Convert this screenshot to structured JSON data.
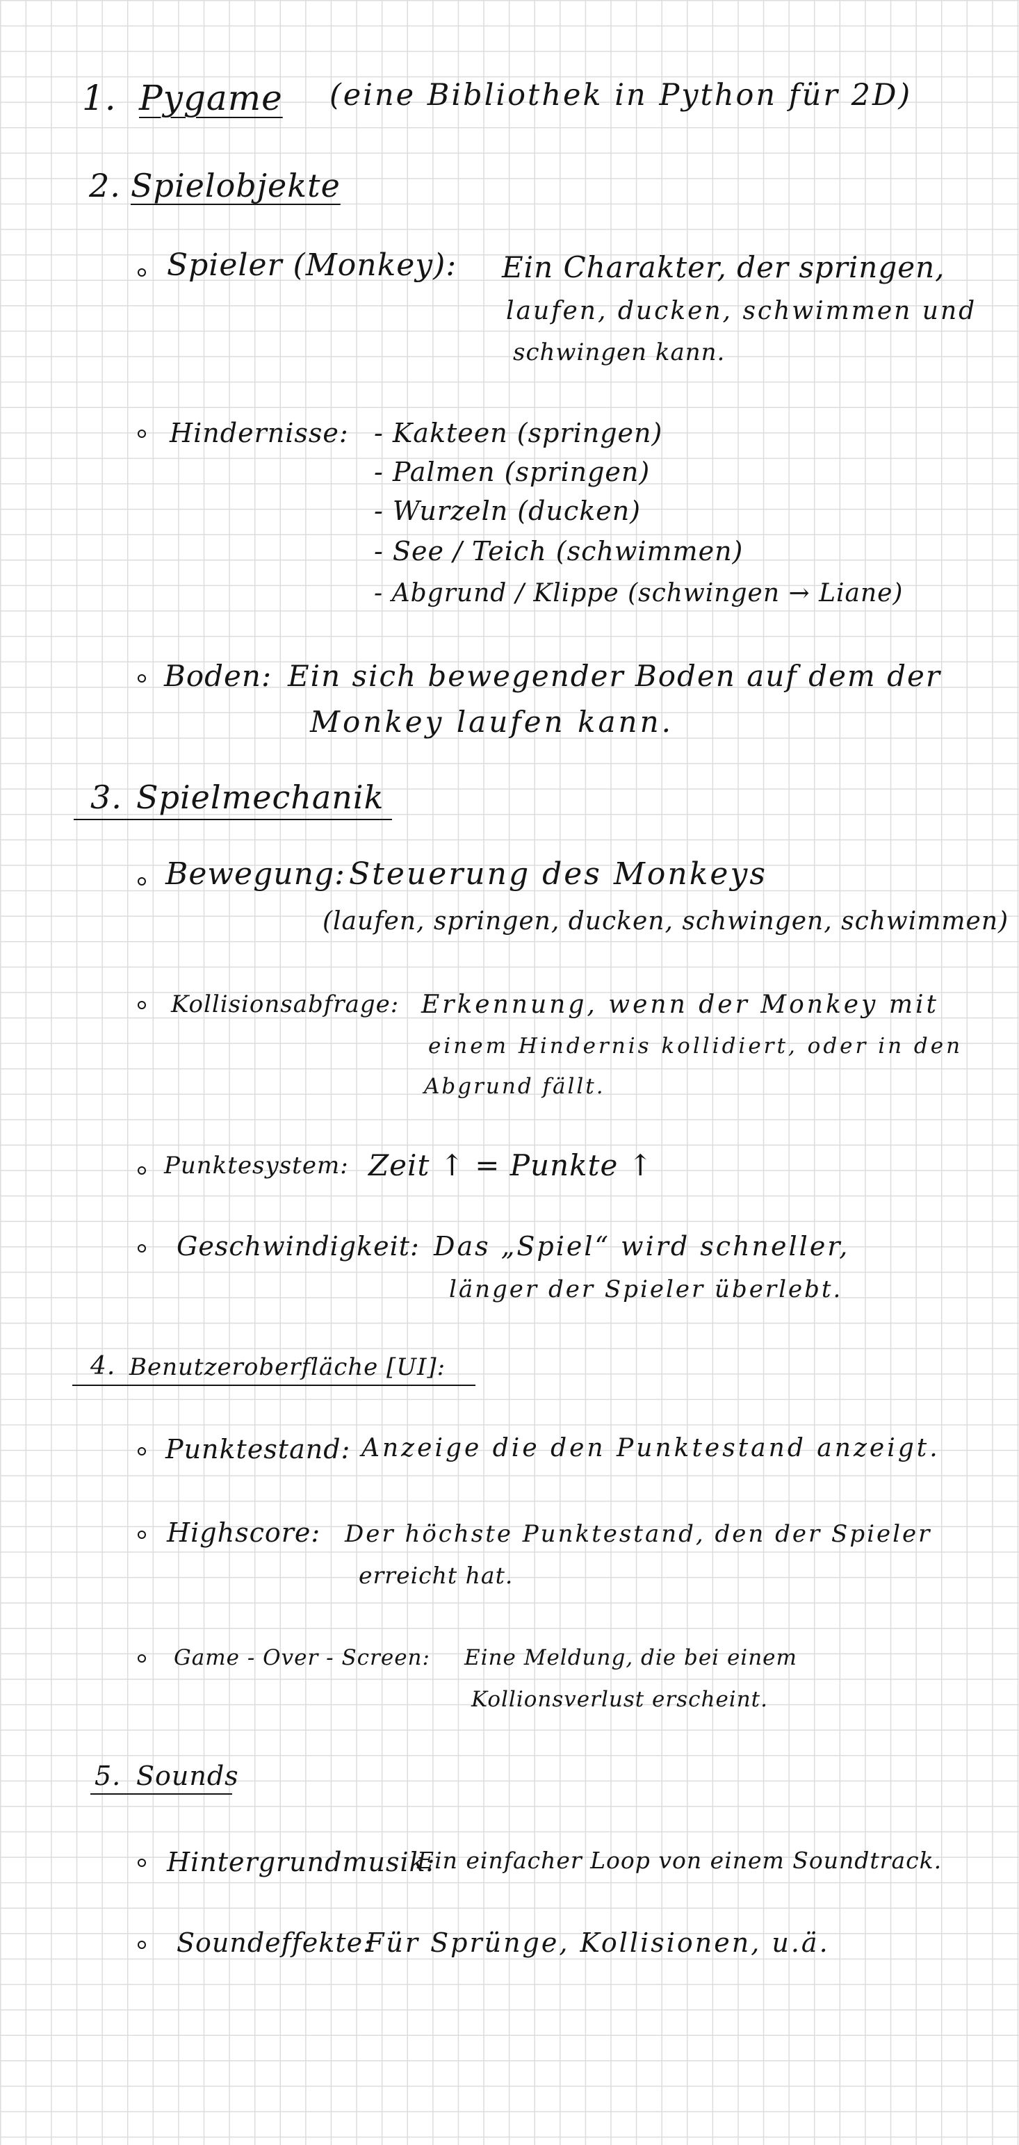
{
  "s1": {
    "number": "1.",
    "title": "Pygame",
    "note": "(eine Bibliothek in Python für 2D)"
  },
  "s2": {
    "number": "2.",
    "title": "Spielobjekte",
    "spieler": {
      "label": "Spieler (Monkey):",
      "lines": [
        "Ein Charakter, der springen,",
        "laufen, ducken, schwimmen und",
        "schwingen kann."
      ]
    },
    "hindernisse": {
      "label": "Hindernisse:",
      "items": [
        "- Kakteen (springen)",
        "- Palmen (springen)",
        "- Wurzeln (ducken)",
        "- See / Teich (schwimmen)",
        "- Abgrund / Klippe (schwingen → Liane)"
      ]
    },
    "boden": {
      "label": "Boden:",
      "lines": [
        "Ein sich bewegender Boden auf dem der",
        "Monkey laufen kann."
      ]
    }
  },
  "s3": {
    "number": "3.",
    "title": "Spielmechanik",
    "bewegung": {
      "label": "Bewegung:",
      "lines": [
        "Steuerung des Monkeys",
        "(laufen, springen, ducken, schwingen, schwimmen)"
      ]
    },
    "kollision": {
      "label": "Kollisionsabfrage:",
      "lines": [
        "Erkennung, wenn der Monkey mit",
        "einem Hindernis kollidiert, oder in den",
        "Abgrund fällt."
      ]
    },
    "punkte": {
      "label": "Punktesystem:",
      "text": "Zeit ↑ = Punkte ↑"
    },
    "geschwindigkeit": {
      "label": "Geschwindigkeit:",
      "lines": [
        "Das „Spiel“ wird schneller,",
        "länger der Spieler überlebt."
      ]
    }
  },
  "s4": {
    "number": "4.",
    "title": "Benutzeroberfläche [UI]:",
    "punktestand": {
      "label": "Punktestand:",
      "text": "Anzeige die den Punktestand anzeigt."
    },
    "highscore": {
      "label": "Highscore:",
      "lines": [
        "Der höchste Punktestand, den der Spieler",
        "erreicht hat."
      ]
    },
    "gameover": {
      "label": "Game - Over - Screen:",
      "lines": [
        "Eine Meldung, die bei einem",
        "Kollionsverlust erscheint."
      ]
    }
  },
  "s5": {
    "number": "5.",
    "title": "Sounds",
    "musik": {
      "label": "Hintergrundmusik:",
      "text": "Ein einfacher Loop von einem Soundtrack."
    },
    "effekte": {
      "label": "Soundeffekte:",
      "text": "Für Sprünge, Kollisionen, u.ä."
    }
  }
}
